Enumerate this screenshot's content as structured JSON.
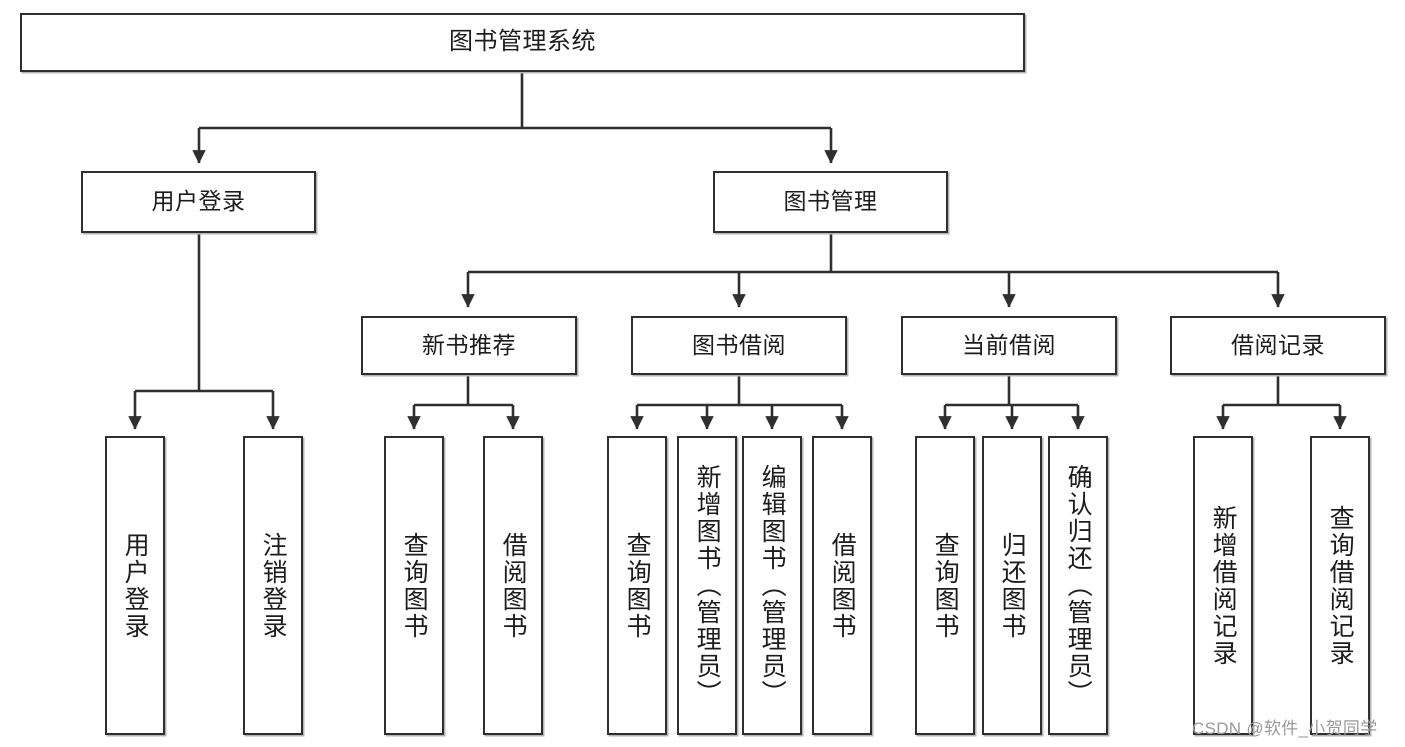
{
  "diagram": {
    "type": "tree",
    "title": "图书管理系统",
    "watermark": "CSDN @软件_小贺同学",
    "colors": {
      "box_border": "#2f2f2f",
      "box_fill": "#ffffff",
      "edge": "#2f2f2f",
      "shadow": "#b5b5b5",
      "watermark": "#9a9a9a"
    },
    "nodes": {
      "root": {
        "label": "图书管理系统"
      },
      "level2": [
        {
          "id": "user-login",
          "label": "用户登录"
        },
        {
          "id": "book-management",
          "label": "图书管理"
        }
      ],
      "level3": [
        {
          "id": "new-book-recommend",
          "label": "新书推荐"
        },
        {
          "id": "book-borrow",
          "label": "图书借阅"
        },
        {
          "id": "current-borrow",
          "label": "当前借阅"
        },
        {
          "id": "borrow-record",
          "label": "借阅记录"
        }
      ],
      "leaves": {
        "user_login": [
          {
            "id": "leaf-user-login",
            "label": "用户登录"
          },
          {
            "id": "leaf-logout-login",
            "label": "注销登录"
          }
        ],
        "new_book_recommend": [
          {
            "id": "leaf-query-book-1",
            "label": "查询图书"
          },
          {
            "id": "leaf-borrow-book-1",
            "label": "借阅图书"
          }
        ],
        "book_borrow": [
          {
            "id": "leaf-query-book-2",
            "label": "查询图书"
          },
          {
            "id": "leaf-add-book",
            "label": "新增图书（管理员）"
          },
          {
            "id": "leaf-edit-book",
            "label": "编辑图书（管理员）"
          },
          {
            "id": "leaf-borrow-book-2",
            "label": "借阅图书"
          }
        ],
        "current_borrow": [
          {
            "id": "leaf-query-book-3",
            "label": "查询图书"
          },
          {
            "id": "leaf-return-book",
            "label": "归还图书"
          },
          {
            "id": "leaf-confirm-return",
            "label": "确认归还（管理员）"
          }
        ],
        "borrow_record": [
          {
            "id": "leaf-add-record",
            "label": "新增借阅记录"
          },
          {
            "id": "leaf-query-record",
            "label": "查询借阅记录"
          }
        ]
      }
    }
  }
}
